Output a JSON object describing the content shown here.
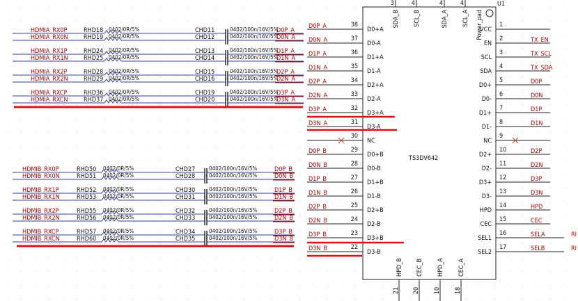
{
  "chip": {
    "part_name": "TS3DV642",
    "designator": "U1",
    "left_pins": [
      {
        "num": "38",
        "name": "D0+A",
        "net": "D0P_A"
      },
      {
        "num": "37",
        "name": "D0-A",
        "net": "D0N_A"
      },
      {
        "num": "36",
        "name": "D1+A",
        "net": "D1P_A"
      },
      {
        "num": "35",
        "name": "D1-A",
        "net": "D1N_A"
      },
      {
        "num": "34",
        "name": "D2+A",
        "net": "D2P_A"
      },
      {
        "num": "33",
        "name": "D2-A",
        "net": "D2N_A"
      },
      {
        "num": "32",
        "name": "D3+A",
        "net": "D3P_A"
      },
      {
        "num": "31",
        "name": "D3-A",
        "net": "D3N_A"
      },
      {
        "num": "30",
        "name": "NC",
        "net": ""
      },
      {
        "num": "29",
        "name": "D0+B",
        "net": "D0P_B"
      },
      {
        "num": "28",
        "name": "D0-B",
        "net": "D0N_B"
      },
      {
        "num": "27",
        "name": "D1+B",
        "net": "D1P_B"
      },
      {
        "num": "26",
        "name": "D1-B",
        "net": "D1N_B"
      },
      {
        "num": "25",
        "name": "D2+B",
        "net": "D2P_B"
      },
      {
        "num": "24",
        "name": "D2-B",
        "net": "D2N_B"
      },
      {
        "num": "23",
        "name": "D3+B",
        "net": "D3P_B"
      },
      {
        "num": "22",
        "name": "D3-B",
        "net": "D3N_B"
      }
    ],
    "right_pins": [
      {
        "num": "1",
        "name": "VCC",
        "net": ""
      },
      {
        "num": "2",
        "name": "EN",
        "net": "TX_EN"
      },
      {
        "num": "3",
        "name": "SCL",
        "net": "TX_SCL"
      },
      {
        "num": "4",
        "name": "SDA",
        "net": "TX_SDA"
      },
      {
        "num": "5",
        "name": "D0+",
        "net": "D0P"
      },
      {
        "num": "6",
        "name": "D0-",
        "net": "D0N"
      },
      {
        "num": "7",
        "name": "D1+",
        "net": "D1P"
      },
      {
        "num": "8",
        "name": "D1-",
        "net": "D1N"
      },
      {
        "num": "9",
        "name": "NC",
        "net": ""
      },
      {
        "num": "10",
        "name": "D2+",
        "net": "D2P"
      },
      {
        "num": "11",
        "name": "D2-",
        "net": "D2N"
      },
      {
        "num": "12",
        "name": "D3+",
        "net": "D3P"
      },
      {
        "num": "13",
        "name": "D3-",
        "net": "D3N"
      },
      {
        "num": "14",
        "name": "HPD",
        "net": "HPD"
      },
      {
        "num": "15",
        "name": "CEC",
        "net": "CEC"
      },
      {
        "num": "16",
        "name": "SEL1",
        "net": "SELA"
      },
      {
        "num": "17",
        "name": "SEL2",
        "net": "SELB"
      }
    ],
    "top_pins": [
      {
        "num": "3",
        "name": "SDA_B"
      },
      {
        "num": "4",
        "name": "SCL_B"
      },
      {
        "num": "4",
        "name": "SDA_A"
      },
      {
        "num": "4",
        "name": "SCL_A"
      },
      {
        "num": "",
        "name": "Power_pad"
      }
    ],
    "bottom_pins": [
      {
        "num": "21",
        "name": "HPD_B"
      },
      {
        "num": "20",
        "name": "CEC_B"
      },
      {
        "num": "10",
        "name": "HPD_A"
      },
      {
        "num": "18",
        "name": "CEC_A"
      }
    ],
    "right_edge_labels": [
      "RI",
      "RI"
    ]
  },
  "group_a": [
    {
      "signal": "HDMIA_RX0P",
      "resistor": "RHD18",
      "res_value": "0402/0R/5%",
      "capacitor": "CHD11",
      "cap_value": "0402/100n/16V/5%",
      "net": "D0P_A"
    },
    {
      "signal": "HDMIA_RX0N",
      "resistor": "RHD19",
      "res_value": "0402/0R/5%",
      "capacitor": "CHD12",
      "cap_value": "0402/100n/16V/5%",
      "net": "D0N_A"
    },
    {
      "signal": "HDMIA_RX1P",
      "resistor": "RHD24",
      "res_value": "0402/0R/5%",
      "capacitor": "CHD13",
      "cap_value": "0402/100n/16V/5%",
      "net": "D1P_A"
    },
    {
      "signal": "HDMIA_RX1N",
      "resistor": "RHD25",
      "res_value": "0402/0R/5%",
      "capacitor": "CHD14",
      "cap_value": "0402/100n/16V/5%",
      "net": "D1N_A"
    },
    {
      "signal": "HDMIA_RX2P",
      "resistor": "RHD28",
      "res_value": "0402/0R/5%",
      "capacitor": "CHD15",
      "cap_value": "0402/100n/16V/5%",
      "net": "D2P_A"
    },
    {
      "signal": "HDMIA_RX2N",
      "resistor": "RHD29",
      "res_value": "0402/0R/5%",
      "capacitor": "CHD16",
      "cap_value": "0402/100n/16V/5%",
      "net": "D2N_A"
    },
    {
      "signal": "HDMIA_RXCP",
      "resistor": "RHD36",
      "res_value": "0402/0R/5%",
      "capacitor": "CHD19",
      "cap_value": "0402/100n/16V/5%",
      "net": "D3P_A"
    },
    {
      "signal": "HDMIA_RXCN",
      "resistor": "RHD37",
      "res_value": "0402/0R/5%",
      "capacitor": "CHD20",
      "cap_value": "0402/100n/16V/5%",
      "net": "D3N_A"
    }
  ],
  "group_b": [
    {
      "signal": "HDMIB_RX0P",
      "resistor": "RHD50",
      "res_value": "0402/0R/5%",
      "capacitor": "CHD27",
      "cap_value": "0402/100n/16V/5%",
      "net": "D0P_B"
    },
    {
      "signal": "HDMIB_RX0N",
      "resistor": "RHD51",
      "res_value": "0402/0R/5%",
      "capacitor": "CHD28",
      "cap_value": "0402/100n/16V/5%",
      "net": "D0N_B"
    },
    {
      "signal": "HDMIB_RX1P",
      "resistor": "RHD52",
      "res_value": "0402/0R/5%",
      "capacitor": "CHD30",
      "cap_value": "0402/100n/16V/5%",
      "net": "D1P_B"
    },
    {
      "signal": "HDMIB_RX1N",
      "resistor": "RHD53",
      "res_value": "0402/0R/5%",
      "capacitor": "CHD31",
      "cap_value": "0402/100n/16V/5%",
      "net": "D1N_B"
    },
    {
      "signal": "HDMIB_RX2P",
      "resistor": "RHD55",
      "res_value": "0402/0R/5%",
      "capacitor": "CHD32",
      "cap_value": "0402/100n/16V/5%",
      "net": "D2P_B"
    },
    {
      "signal": "HDMIB_RX2N",
      "resistor": "RHD56",
      "res_value": "0402/0R/5%",
      "capacitor": "CHD33",
      "cap_value": "0402/100n/16V/5%",
      "net": "D2N_B"
    },
    {
      "signal": "HDMIB_RXCP",
      "resistor": "RHD57",
      "res_value": "0402/0R/5%",
      "capacitor": "CHD34",
      "cap_value": "0402/100n/16V/5%",
      "net": "D3P_B"
    },
    {
      "signal": "HDMIB_RXCN",
      "resistor": "RHD60",
      "res_value": "0402/0R/5%",
      "capacitor": "CHD35",
      "cap_value": "0402/100n/16V/5%",
      "net": "D3N_B"
    }
  ],
  "colors": {
    "net": "#b00000",
    "highlight": "#e01010",
    "wire": "#3040a0",
    "text": "#101010",
    "body": "#202020",
    "grid": "#c8c8c8"
  }
}
